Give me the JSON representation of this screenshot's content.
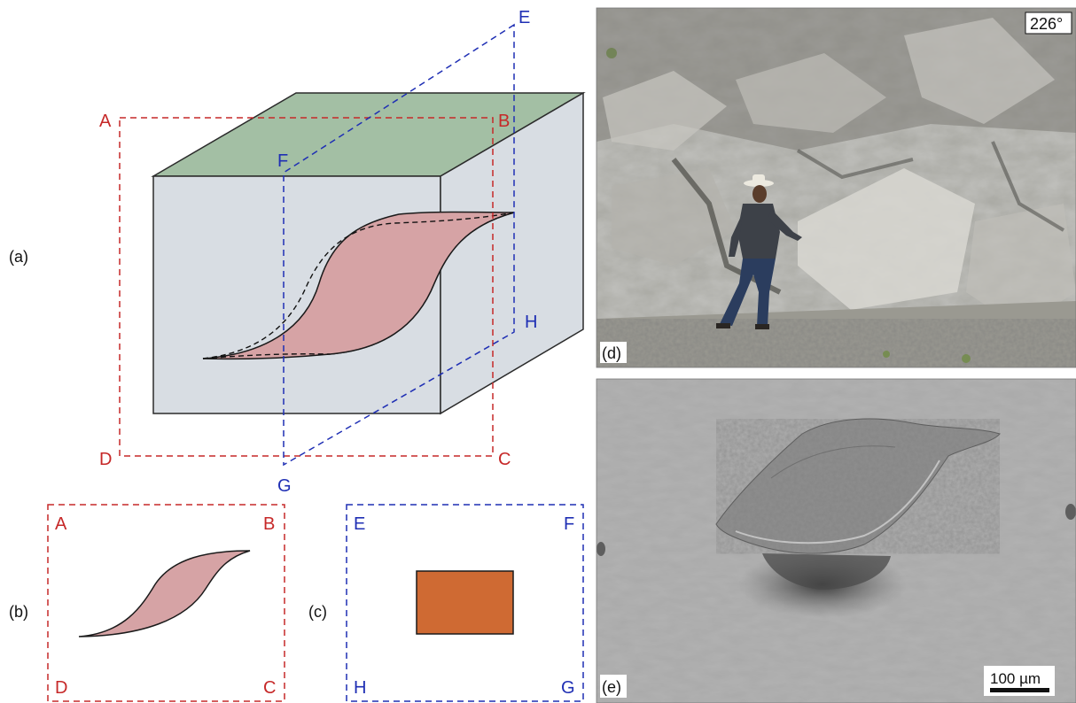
{
  "panels": {
    "a": "(a)",
    "b": "(b)",
    "c": "(c)",
    "d": "(d)",
    "e": "(e)"
  },
  "block_plane_labels": {
    "A": "A",
    "B": "B",
    "C": "C",
    "D": "D",
    "E": "E",
    "F": "F",
    "G": "G",
    "H": "H"
  },
  "section_b_labels": {
    "A": "A",
    "B": "B",
    "C": "C",
    "D": "D"
  },
  "section_c_labels": {
    "E": "E",
    "F": "F",
    "G": "G",
    "H": "H"
  },
  "photo_d": {
    "azimuth_label": "226°"
  },
  "photo_e": {
    "scale_bar_label": "100 µm"
  },
  "colors": {
    "plane_abcd": "#c62828",
    "plane_efgh": "#1f2fb4",
    "block_top": "#a3bfa4",
    "block_face": "#d8dde3",
    "sigmoid_front": "#d6a3a5",
    "sigmoid_side": "#cf6a33"
  }
}
